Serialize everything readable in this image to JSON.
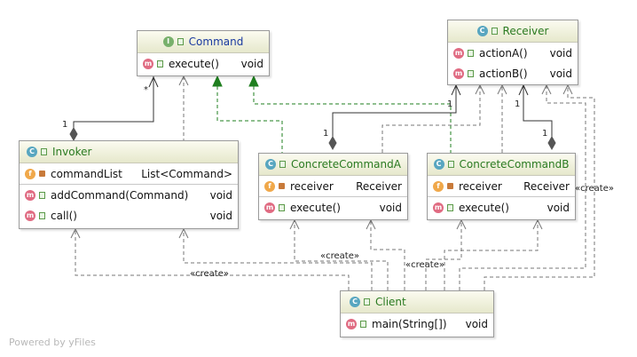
{
  "classes": {
    "command": {
      "name": "Command",
      "kind": "I",
      "methods": [
        {
          "name": "execute()",
          "type": "void"
        }
      ]
    },
    "receiver": {
      "name": "Receiver",
      "kind": "C",
      "methods": [
        {
          "name": "actionA()",
          "type": "void"
        },
        {
          "name": "actionB()",
          "type": "void"
        }
      ]
    },
    "invoker": {
      "name": "Invoker",
      "kind": "C",
      "fields": [
        {
          "name": "commandList",
          "type": "List<Command>"
        }
      ],
      "methods": [
        {
          "name": "addCommand(Command)",
          "type": "void"
        },
        {
          "name": "call()",
          "type": "void"
        }
      ]
    },
    "concreteA": {
      "name": "ConcreteCommandA",
      "kind": "C",
      "fields": [
        {
          "name": "receiver",
          "type": "Receiver"
        }
      ],
      "methods": [
        {
          "name": "execute()",
          "type": "void"
        }
      ]
    },
    "concreteB": {
      "name": "ConcreteCommandB",
      "kind": "C",
      "fields": [
        {
          "name": "receiver",
          "type": "Receiver"
        }
      ],
      "methods": [
        {
          "name": "execute()",
          "type": "void"
        }
      ]
    },
    "client": {
      "name": "Client",
      "kind": "C",
      "methods": [
        {
          "name": "main(String[])",
          "type": "void"
        }
      ]
    }
  },
  "badges": {
    "field": "f",
    "method": "m"
  },
  "multiplicities": {
    "many": "*",
    "one": "1"
  },
  "stereotypes": {
    "create": "«create»"
  },
  "watermark": "Powered by yFiles",
  "colors": {
    "realization": "#1f7f1f",
    "dependency": "#707070",
    "association": "#333333",
    "class_title": "#2a7a20",
    "interface_title": "#1a3aa0"
  }
}
